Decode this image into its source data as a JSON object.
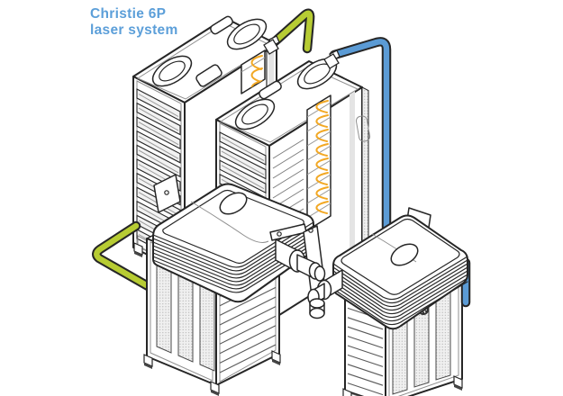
{
  "label": {
    "line1": "Christie 6P",
    "line2": "laser system"
  },
  "colors": {
    "label_text": "#5C9FD9",
    "cable_green": "#B7CC33",
    "cable_blue": "#5B9BD5",
    "fiber_yellow": "#F2A824",
    "outline": "#262626"
  },
  "figure": {
    "type": "isometric line illustration",
    "system_name": "Christie 6P laser system",
    "components": [
      "laser-rack-back",
      "laser-rack-front",
      "projector-head-left",
      "projector-head-right",
      "pedestal-cart-left",
      "pedestal-cart-right",
      "green-umbilical-cable",
      "blue-umbilical-cable",
      "fiber-optic-loops",
      "top-vents",
      "mesh-panels",
      "fan-emblems"
    ]
  }
}
